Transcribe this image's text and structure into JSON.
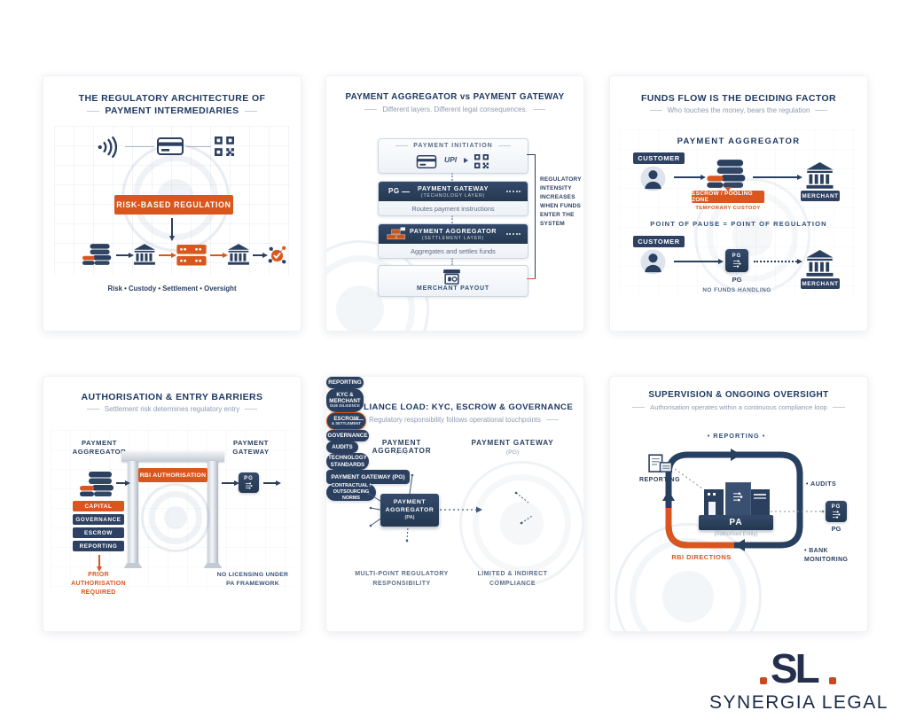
{
  "logo": {
    "mark": "SL",
    "name": "SYNERGIA LEGAL"
  },
  "colors": {
    "navy": "#2b3f5f",
    "orange": "#d9571e",
    "heading": "#1e3a63"
  },
  "p1": {
    "title1": "THE REGULATORY ARCHITECTURE OF",
    "title2": "PAYMENT INTERMEDIARIES",
    "banner": "RISK-BASED REGULATION",
    "caption": "Risk • Custody • Settlement • Oversight"
  },
  "p2": {
    "title": "PAYMENT AGGREGATOR vs PAYMENT GATEWAY",
    "subtitle": "Different layers. Different legal consequences.",
    "initiation": "PAYMENT INITIATION",
    "upi": "UPI",
    "pg_tag": "PG",
    "gateway_title": "PAYMENT GATEWAY",
    "gateway_sub": "(TECHNOLOGY LAYER)",
    "gateway_desc": "Routes payment instructions",
    "aggregator_title": "PAYMENT AGGREGATOR",
    "aggregator_sub": "(SETTLEMENT LAYER)",
    "aggregator_desc": "Aggregates and settles funds",
    "payout": "MERCHANT PAYOUT",
    "side_note": "REGULATORY INTENSITY INCREASES WHEN FUNDS ENTER THE SYSTEM"
  },
  "p3": {
    "title": "FUNDS FLOW IS THE DECIDING FACTOR",
    "subtitle": "Who touches the money, bears the regulation",
    "section": "PAYMENT AGGREGATOR",
    "customer": "CUSTOMER",
    "escrow": "ESCROW / POOLING ZONE",
    "escrow_sub": "TEMPORARY CUSTODY",
    "merchant": "MERCHANT",
    "divider": "POINT OF PAUSE  =  POINT OF REGULATION",
    "pg_chip": "PG",
    "pg": "PG",
    "pg_sub": "NO FUNDS HANDLING"
  },
  "p4": {
    "title": "AUTHORISATION & ENTRY BARRIERS",
    "subtitle": "Settlement risk determines regulatory entry",
    "left_header": "PAYMENT AGGREGATOR",
    "right_header": "PAYMENT GATEWAY",
    "gate_banner": "RBI AUTHORISATION",
    "stack": [
      "CAPITAL",
      "GOVERNANCE",
      "ESCROW",
      "REPORTING"
    ],
    "left_note": "PRIOR AUTHORISATION REQUIRED",
    "right_note": "NO LICENSING UNDER PA FRAMEWORK",
    "pg_chip": "PG"
  },
  "p5": {
    "title": "COMPLIANCE LOAD: KYC, ESCROW & GOVERNANCE",
    "subtitle": "Regulatory responsibility follows operational touchpoints",
    "col1": "PAYMENT AGGREGATOR",
    "col1_sub": "(PA)",
    "col2": "PAYMENT GATEWAY",
    "col2_sub": "(PG)",
    "reporting": "REPORTING",
    "kyc1": "KYC &",
    "kyc2": "MERCHANT",
    "kyc3": "DUE DILIGENCE",
    "escrow1": "ESCROW",
    "escrow2": "& SETTLEMENT",
    "governance": "GOVERNANCE",
    "audits": "AUDITS",
    "center1": "PAYMENT",
    "center2": "AGGREGATOR",
    "center3": "(PA)",
    "tech1": "TECHNOLOGY",
    "tech2": "STANDARDS",
    "pg_pill": "PAYMENT GATEWAY  (PG)",
    "contract1": "CONTRACTUAL /",
    "contract2": "OUTSOURCING NORMS",
    "foot1": "MULTI-POINT REGULATORY RESPONSIBILITY",
    "foot2": "LIMITED & INDIRECT COMPLIANCE"
  },
  "p6": {
    "title": "SUPERVISION & ONGOING OVERSIGHT",
    "subtitle": "Authorisation operates within a continuous compliance loop",
    "loop_top": "• REPORTING •",
    "left_label": "REPORTING",
    "audits": "• AUDITS",
    "bank1": "• BANK",
    "bank2": "MONITORING",
    "rbi": "RBI DIRECTIONS",
    "pa": "PA",
    "pa_sub": "(Authorised Entity)",
    "pg_chip": "PG",
    "pg": "PG"
  }
}
